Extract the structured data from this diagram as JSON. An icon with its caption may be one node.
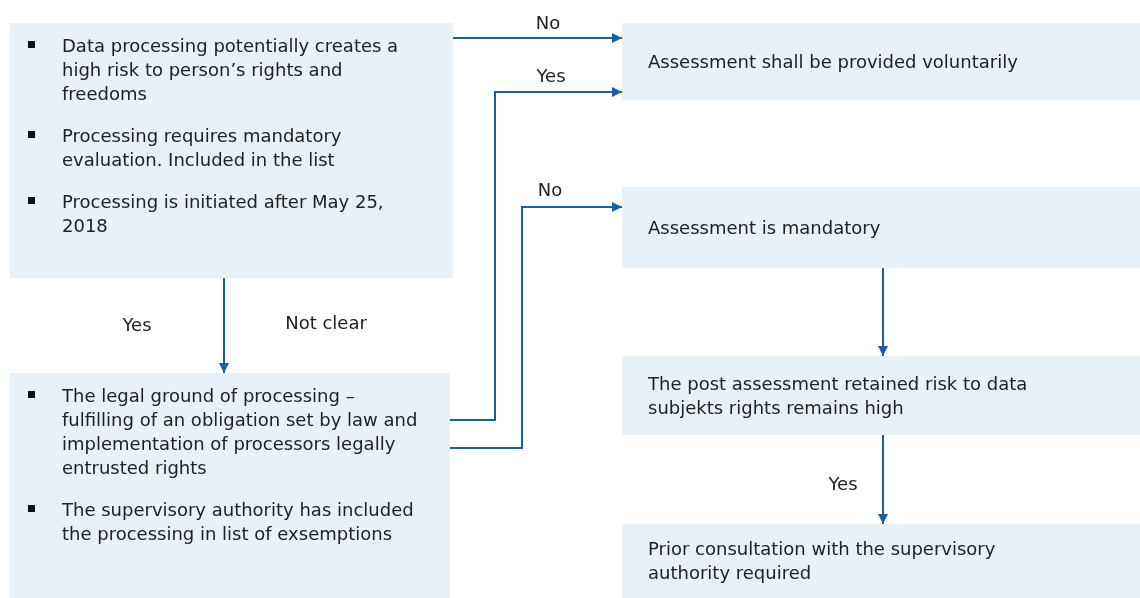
{
  "diagram": {
    "nodes": [
      {
        "text": [
          "Data processing potentially creates a high risk to person’s rights and freedoms",
          "Processing requires mandatory evaluation. Included in the list",
          "Processing is initiated after May 25, 2018"
        ]
      },
      {
        "text": [
          "Assessment shall be provided voluntarily"
        ]
      },
      {
        "text": [
          "Assessment is mandatory"
        ]
      },
      {
        "text": [
          "The legal ground of processing – fulfilling of an obligation set by law and implementation of processors legally entrusted rights",
          "The supervisory authority has included the processing in list of exsemptions"
        ]
      },
      {
        "text": [
          "The post assessment retained risk to data subjekts rights remains high"
        ]
      },
      {
        "text": [
          "Prior consultation with the supervisory authority required"
        ]
      }
    ],
    "edges": [
      {
        "from": 0,
        "to": 1,
        "arrow": "to",
        "label": "No"
      },
      {
        "from": 3,
        "to": 1,
        "arrow": "to",
        "label": "Yes"
      },
      {
        "from": 3,
        "to": 2,
        "arrow": "to",
        "label": "No"
      },
      {
        "from": 0,
        "to": 3,
        "arrow": "to",
        "label": "Yes"
      },
      {
        "from": 2,
        "to": 4,
        "arrow": "to"
      },
      {
        "from": 4,
        "to": 5,
        "arrow": "to",
        "label": "Yes"
      }
    ],
    "labels": [
      "Not clear"
    ]
  }
}
